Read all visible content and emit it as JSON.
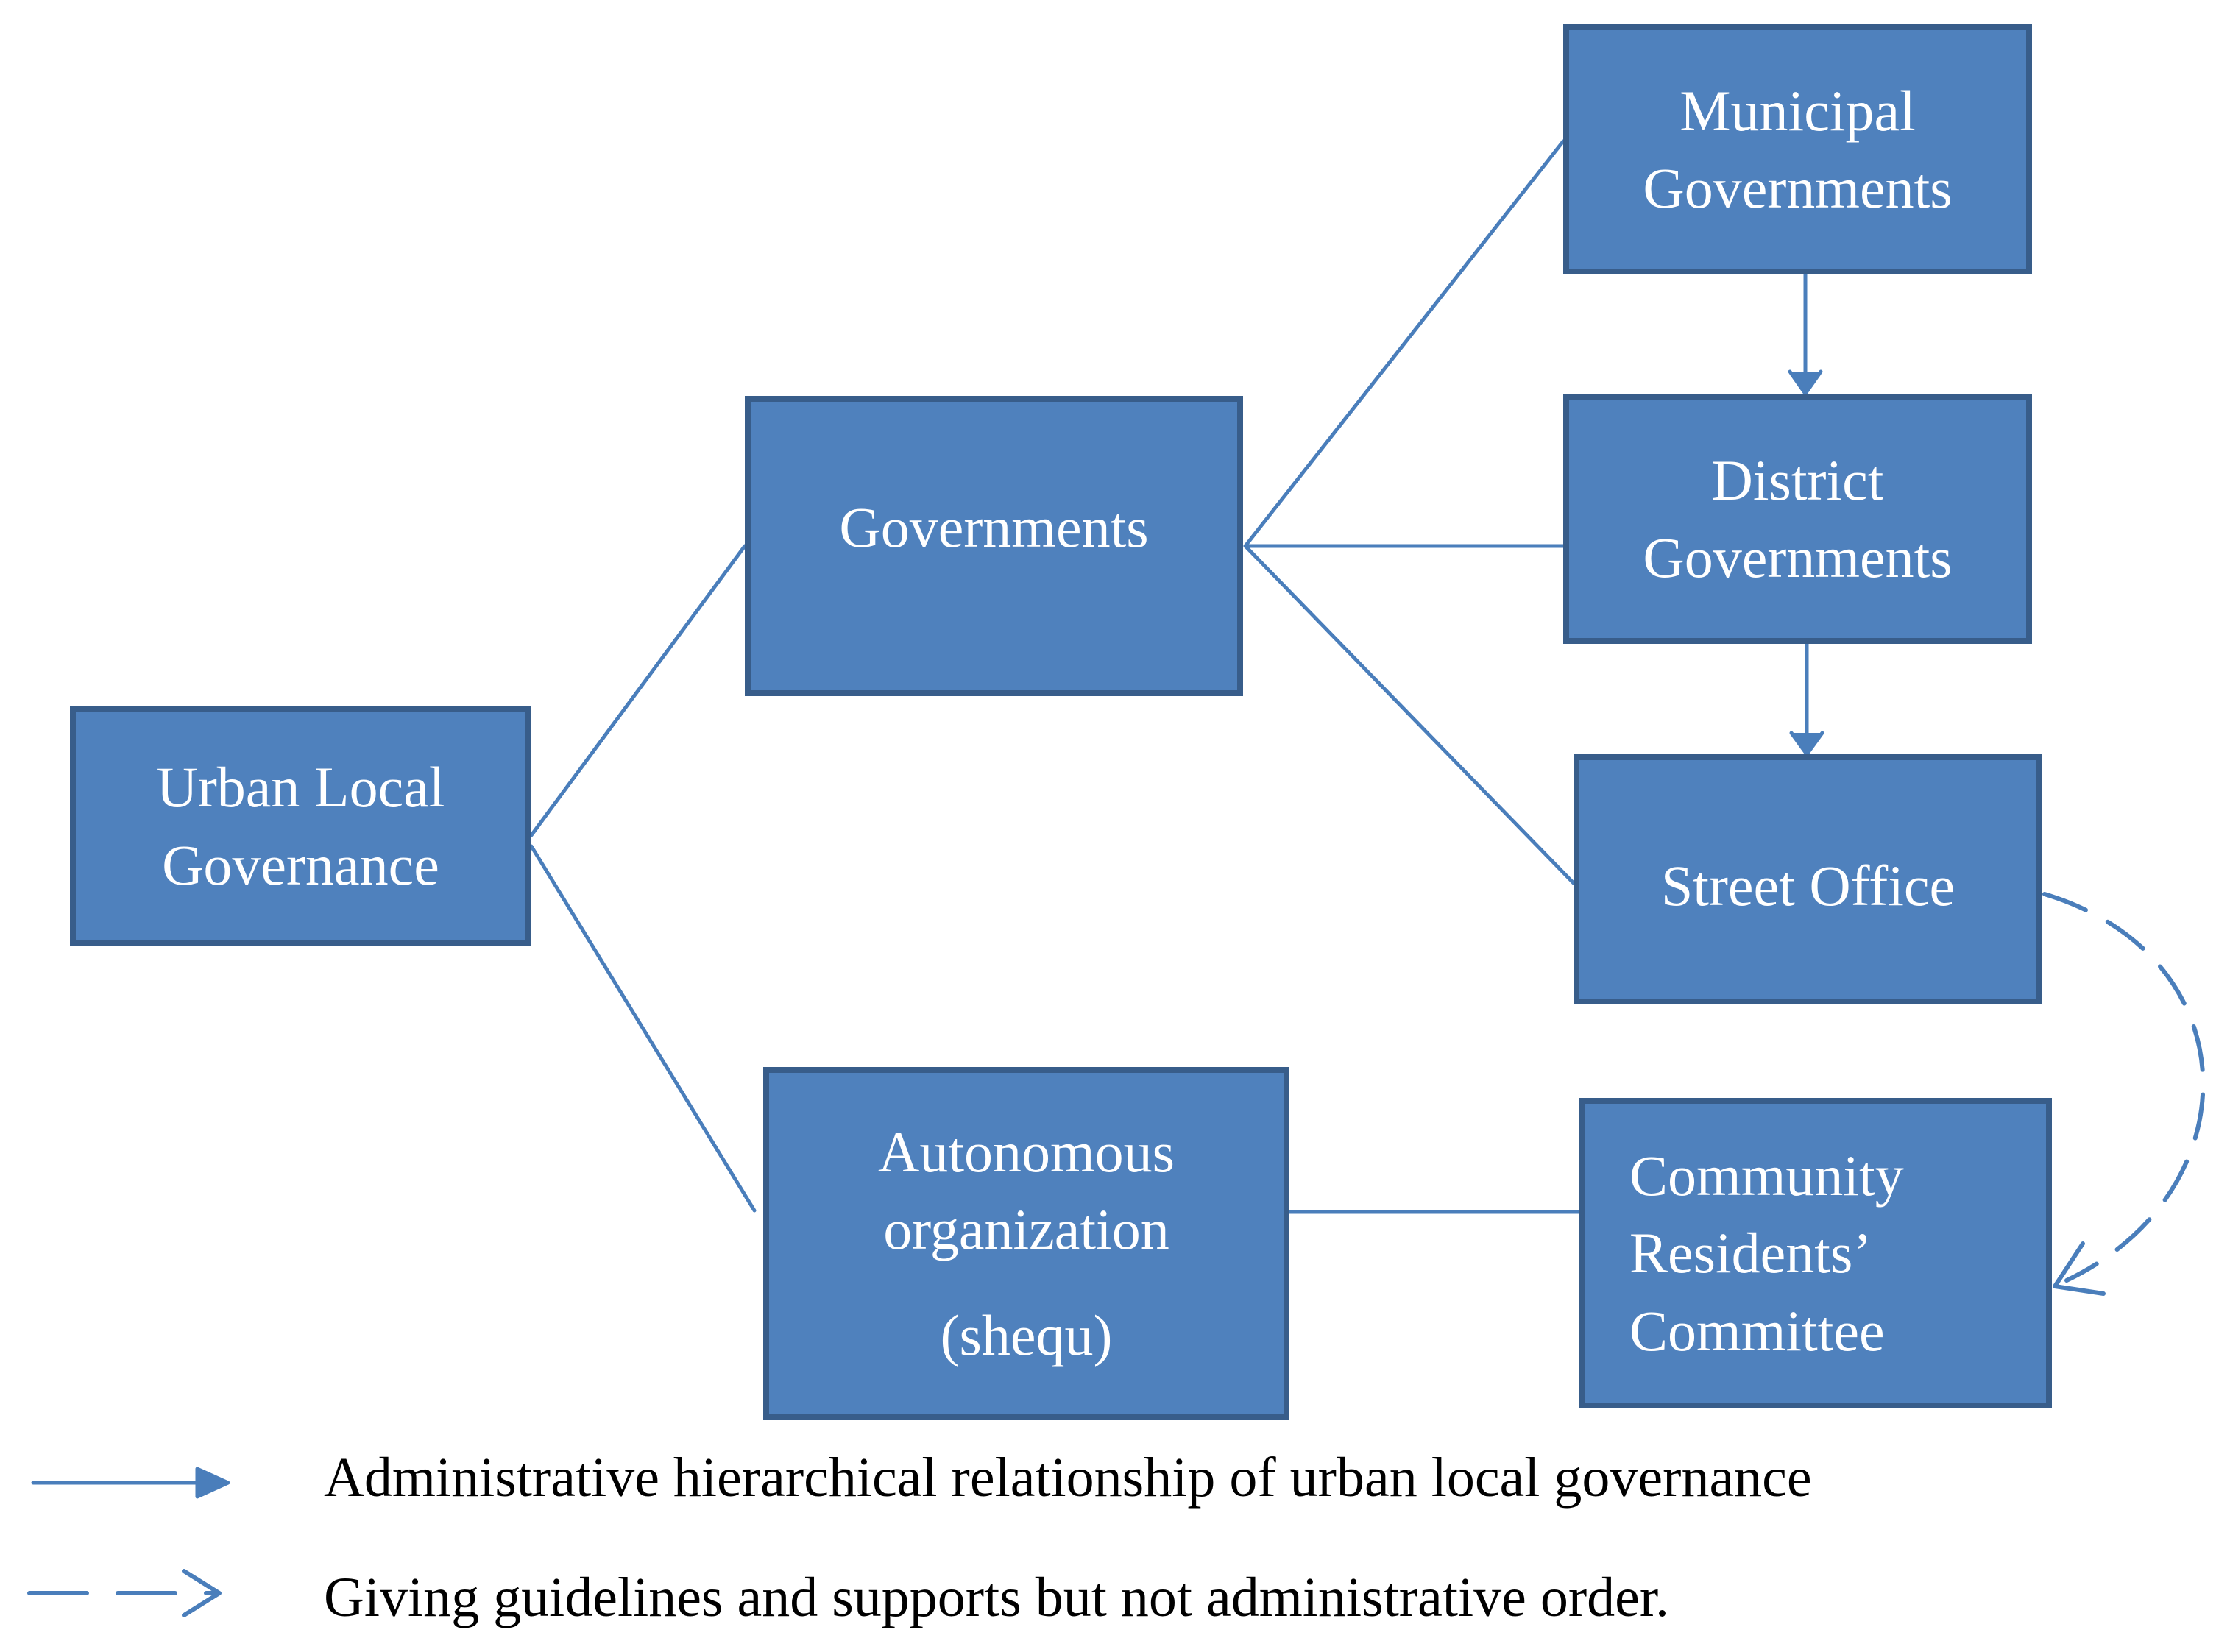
{
  "colors": {
    "box_fill": "#4f81bd",
    "box_border": "#385d8a",
    "connector": "#4a7ebb",
    "box_text": "#ffffff",
    "legend_text": "#000000"
  },
  "nodes": {
    "urban_local_governance": [
      "Urban Local",
      "Governance"
    ],
    "governments": [
      "Governments"
    ],
    "municipal_governments": [
      "Municipal",
      "Governments"
    ],
    "district_governments": [
      "District",
      "Governments"
    ],
    "street_office": [
      "Street Office"
    ],
    "autonomous_organization": [
      "Autonomous",
      "organization",
      "(shequ)"
    ],
    "community_residents_committee": [
      "Community",
      "Residents’",
      "Committee"
    ]
  },
  "legend": {
    "solid_arrow": "Administrative hierarchical relationship of urban local governance",
    "dashed_arrow": "Giving guidelines and supports but not administrative order."
  }
}
